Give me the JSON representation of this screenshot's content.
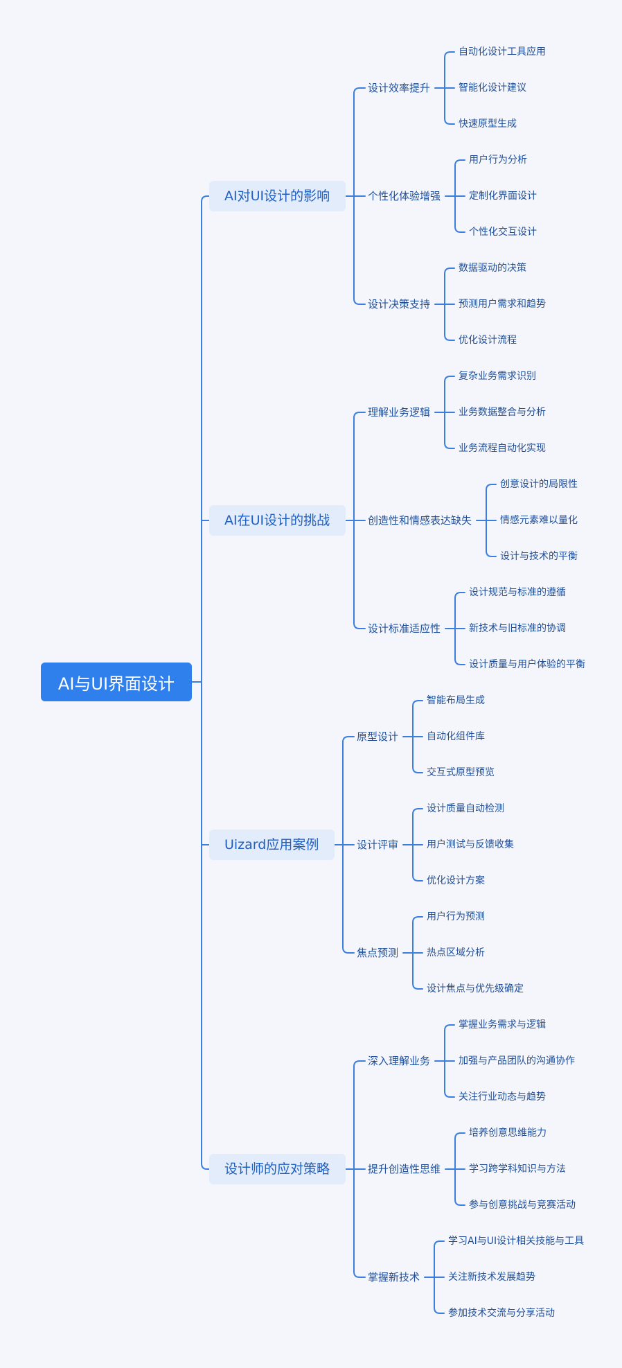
{
  "root": "AI与UI界面设计",
  "branches": [
    {
      "label": "AI对UI设计的影响",
      "subs": [
        {
          "label": "设计效率提升",
          "leaves": [
            "自动化设计工具应用",
            "智能化设计建议",
            "快速原型生成"
          ]
        },
        {
          "label": "个性化体验增强",
          "leaves": [
            "用户行为分析",
            "定制化界面设计",
            "个性化交互设计"
          ]
        },
        {
          "label": "设计决策支持",
          "leaves": [
            "数据驱动的决策",
            "预测用户需求和趋势",
            "优化设计流程"
          ]
        }
      ]
    },
    {
      "label": "AI在UI设计的挑战",
      "subs": [
        {
          "label": "理解业务逻辑",
          "leaves": [
            "复杂业务需求识别",
            "业务数据整合与分析",
            "业务流程自动化实现"
          ]
        },
        {
          "label": "创造性和情感表达缺失",
          "leaves": [
            "创意设计的局限性",
            "情感元素难以量化",
            "设计与技术的平衡"
          ]
        },
        {
          "label": "设计标准适应性",
          "leaves": [
            "设计规范与标准的遵循",
            "新技术与旧标准的协调",
            "设计质量与用户体验的平衡"
          ]
        }
      ]
    },
    {
      "label": "Uizard应用案例",
      "subs": [
        {
          "label": "原型设计",
          "leaves": [
            "智能布局生成",
            "自动化组件库",
            "交互式原型预览"
          ]
        },
        {
          "label": "设计评审",
          "leaves": [
            "设计质量自动检测",
            "用户测试与反馈收集",
            "优化设计方案"
          ]
        },
        {
          "label": "焦点预测",
          "leaves": [
            "用户行为预测",
            "热点区域分析",
            "设计焦点与优先级确定"
          ]
        }
      ]
    },
    {
      "label": "设计师的应对策略",
      "subs": [
        {
          "label": "深入理解业务",
          "leaves": [
            "掌握业务需求与逻辑",
            "加强与产品团队的沟通协作",
            "关注行业动态与趋势"
          ]
        },
        {
          "label": "提升创造性思维",
          "leaves": [
            "培养创意思维能力",
            "学习跨学科知识与方法",
            "参与创意挑战与竞赛活动"
          ]
        },
        {
          "label": "掌握新技术",
          "leaves": [
            "学习AI与UI设计相关技能与工具",
            "关注新技术发展趋势",
            "参加技术交流与分享活动"
          ]
        }
      ]
    }
  ]
}
